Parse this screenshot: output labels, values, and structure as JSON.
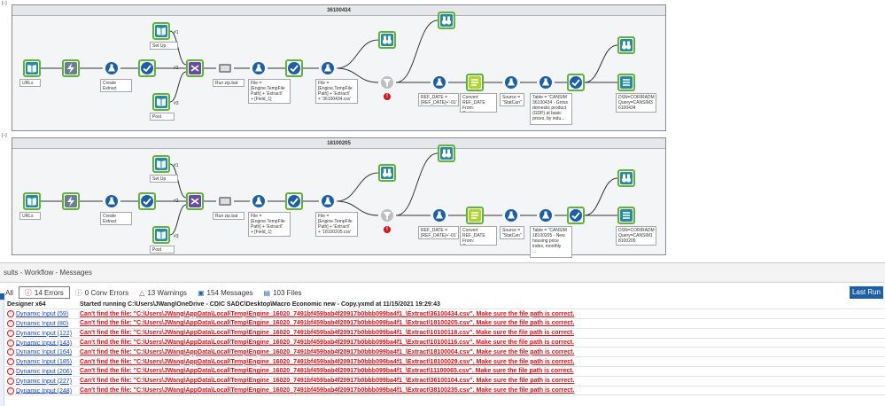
{
  "canvas": {
    "corner_mark_top": "[−]",
    "containers": [
      {
        "title": "36100434",
        "collapse": "[−]",
        "notes": {
          "urls": "URLs",
          "create_extract": "Create Extract\nCmds",
          "setup": "Set Up Cmds",
          "post": "Post Cmds",
          "run_zip": "Run zip.bat",
          "formula1": "File =\n[Engine.TempFile\nPath] + 'Extract\\'\n+ [Field_1]",
          "formula2": "File =\n[Engine.TempFile\nPath] + 'Extract\\'\n+ '36100434.csv'",
          "filter": "REF_DATE =\n[REF_DATE]+'-01'",
          "convert": "Convert\nREF_DATE From:\nCustom",
          "source": "Source =\n\"StatCan\"",
          "table": "Table = \"CANSIM\n36100434 - Gross\ndomestic product\n(GDP) at basic\nprices, by indu...",
          "output": "DSN=CORIRADM\nQuery=CANSIM3\n6100434"
        },
        "anchors": [
          "#1",
          "#2",
          "#3"
        ]
      },
      {
        "title": "18100205",
        "collapse": "[−]",
        "notes": {
          "urls": "URLs",
          "create_extract": "Create Extract\nCmds",
          "setup": "Set Up Cmds",
          "post": "Post Cmds",
          "run_zip": "Run zip.bat",
          "formula1": "File =\n[Engine.TempFile\nPath] + 'Extract\\'\n+ [Field_1]",
          "formula2": "File =\n[Engine.TempFile\nPath] + 'Extract\\'\n+ '18100205.csv'",
          "filter": "REF_DATE =\n[REF_DATE]+'-01'",
          "convert": "Convert\nREF_DATE From:\nCustom",
          "source": "Source =\n\"StatCan\"",
          "table": "Table = \"CANSIM\n18100205 - New\nhousing price\nindex, monthly\n...",
          "output": "DSN=CORIRADM\nQuery=CANSIM1\n8100205"
        },
        "anchors": [
          "#1",
          "#2",
          "#3"
        ]
      }
    ]
  },
  "results": {
    "header": "sults - Workflow - Messages",
    "tabs": {
      "all": "All",
      "errors": "14 Errors",
      "conv_errors": "0 Conv Errors",
      "warnings": "13 Warnings",
      "messages": "154 Messages",
      "files": "103 Files"
    },
    "last_run": "Last Run",
    "head_row": {
      "tool": "Designer x64",
      "message": "Started running C:\\Users\\JWang\\OneDrive - CDIC SADC\\Desktop\\Macro Economic new - Copy.yxmd at 11/15/2021 19:29:43"
    },
    "rows": [
      {
        "tool": "Dynamic Input (59)",
        "message": "Can't find the file: \"C:\\Users\\JWang\\AppData\\Local\\Temp\\Engine_16020_7491bf459bab4f20917b0bbb099ba4f1_\\Extract\\36100434.csv\". Make sure the file path is correct."
      },
      {
        "tool": "Dynamic Input (80)",
        "message": "Can't find the file: \"C:\\Users\\JWang\\AppData\\Local\\Temp\\Engine_16020_7491bf459bab4f20917b0bbb099ba4f1_\\Extract\\18100205.csv\". Make sure the file path is correct."
      },
      {
        "tool": "Dynamic Input (122)",
        "message": "Can't find the file: \"C:\\Users\\JWang\\AppData\\Local\\Temp\\Engine_16020_7491bf459bab4f20917b0bbb099ba4f1_\\Extract\\10100118.csv\". Make sure the file path is correct."
      },
      {
        "tool": "Dynamic Input (143)",
        "message": "Can't find the file: \"C:\\Users\\JWang\\AppData\\Local\\Temp\\Engine_16020_7491bf459bab4f20917b0bbb099ba4f1_\\Extract\\10100116.csv\". Make sure the file path is correct."
      },
      {
        "tool": "Dynamic Input (164)",
        "message": "Can't find the file: \"C:\\Users\\JWang\\AppData\\Local\\Temp\\Engine_16020_7491bf459bab4f20917b0bbb099ba4f1_\\Extract\\18100004.csv\". Make sure the file path is correct."
      },
      {
        "tool": "Dynamic Input (185)",
        "message": "Can't find the file: \"C:\\Users\\JWang\\AppData\\Local\\Temp\\Engine_16020_7491bf459bab4f20917b0bbb099ba4f1_\\Extract\\18100029.csv\". Make sure the file path is correct."
      },
      {
        "tool": "Dynamic Input (206)",
        "message": "Can't find the file: \"C:\\Users\\JWang\\AppData\\Local\\Temp\\Engine_16020_7491bf459bab4f20917b0bbb099ba4f1_\\Extract\\11100065.csv\". Make sure the file path is correct."
      },
      {
        "tool": "Dynamic Input (227)",
        "message": "Can't find the file: \"C:\\Users\\JWang\\AppData\\Local\\Temp\\Engine_16020_7491bf459bab4f20917b0bbb099ba4f1_\\Extract\\36100104.csv\". Make sure the file path is correct."
      },
      {
        "tool": "Dynamic Input (248)",
        "message": "Can't find the file: \"C:\\Users\\JWang\\AppData\\Local\\Temp\\Engine_16020_7491bf459bab4f20917b0bbb099ba4f1_\\Extract\\38100235.csv\". Make sure the file path is correct."
      }
    ],
    "colors": {
      "error": "#d8131b",
      "link": "#1c47b8",
      "accent": "#1f5fa8",
      "tool_border": "#5fb33a"
    }
  }
}
